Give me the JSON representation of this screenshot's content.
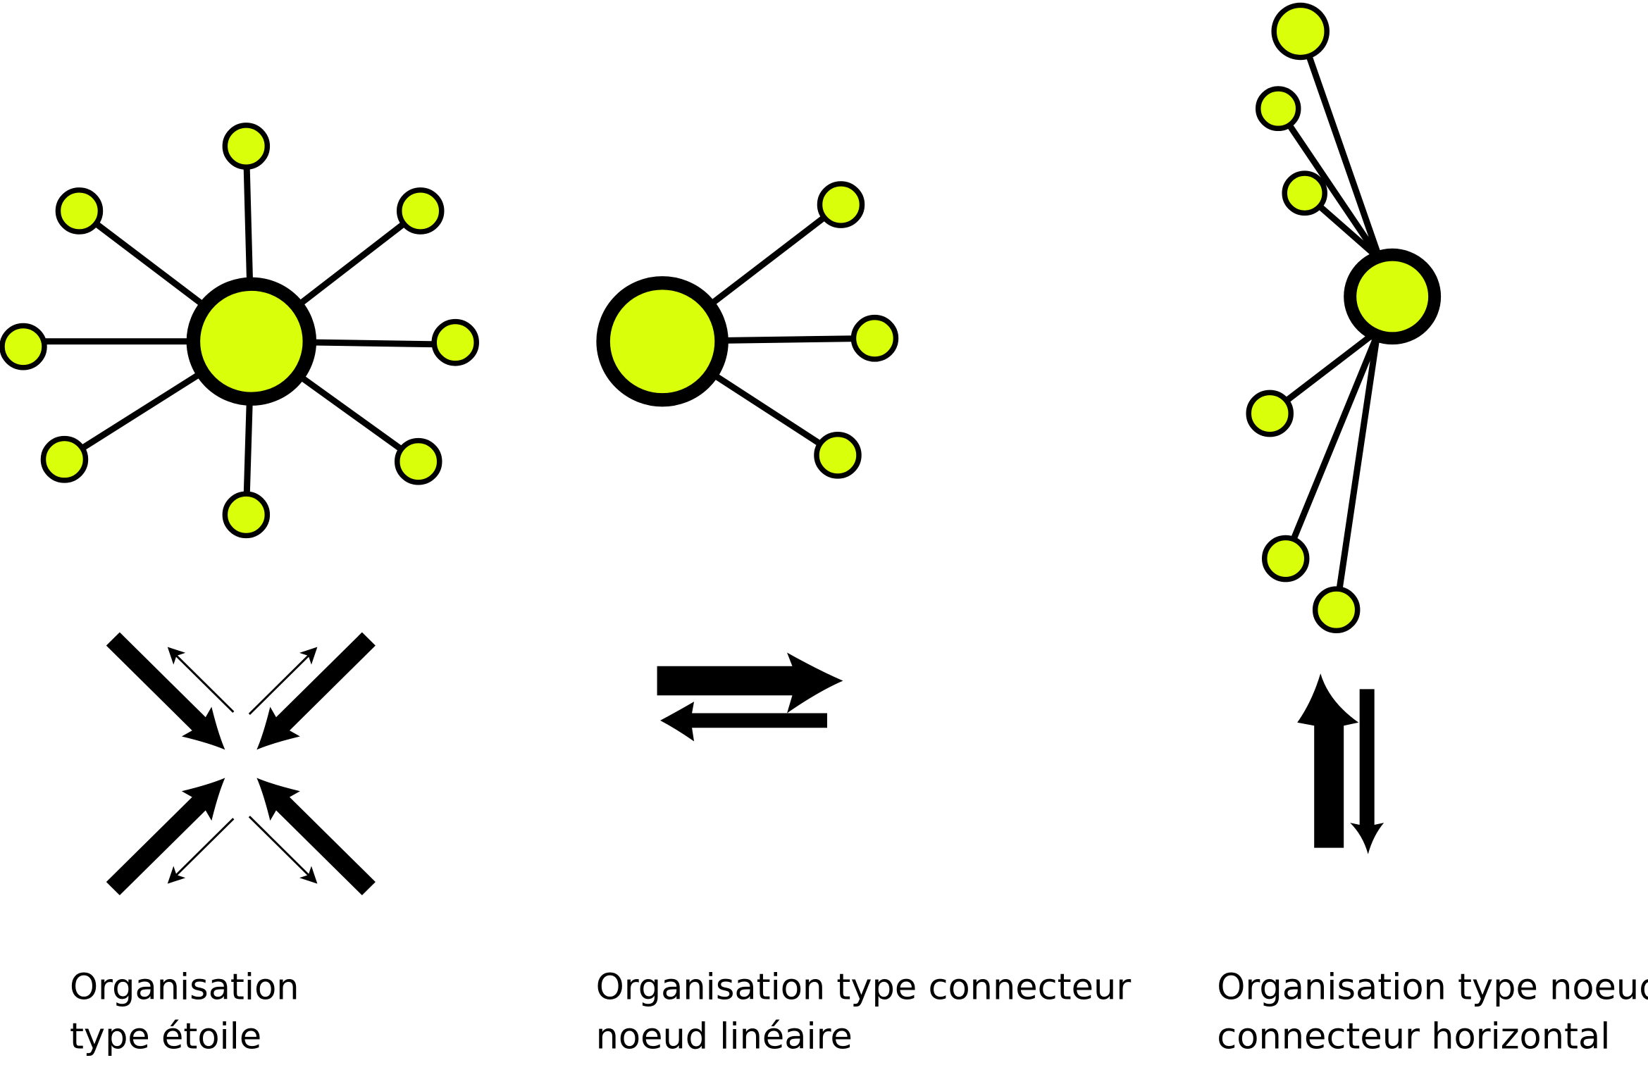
{
  "colors": {
    "node_fill": "#d9ff0a",
    "stroke": "#000000",
    "background": "#ffffff"
  },
  "diagrams": [
    {
      "label_line1": "Organisation",
      "label_line2": "type étoile"
    },
    {
      "label_line1": "Organisation type connecteur",
      "label_line2": "noeud linéaire"
    },
    {
      "label_line1": "Organisation type noeud",
      "label_line2": "connecteur horizontal"
    }
  ]
}
